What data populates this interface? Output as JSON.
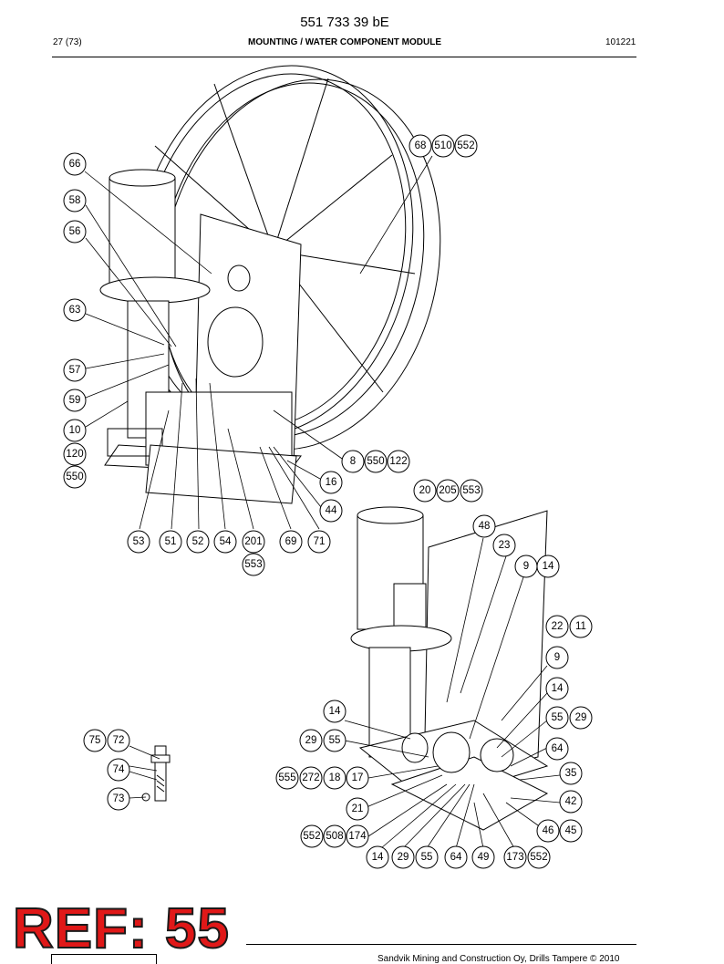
{
  "header": {
    "doc_number": "551 733 39 bE",
    "page": "27 (73)",
    "title": "MOUNTING / WATER COMPONENT MODULE",
    "code": "101221"
  },
  "footer": {
    "text": "Sandvik Mining and Construction Oy, Drills Tampere © 2010"
  },
  "stamp": {
    "text": "REF: 55",
    "color": "#e01818"
  },
  "callouts": [
    {
      "label": "68"
    },
    {
      "label": "510"
    },
    {
      "label": "552"
    },
    {
      "label": "66"
    },
    {
      "label": "58"
    },
    {
      "label": "56"
    },
    {
      "label": "63"
    },
    {
      "label": "57"
    },
    {
      "label": "59"
    },
    {
      "label": "10"
    },
    {
      "label": "120"
    },
    {
      "label": "550"
    },
    {
      "label": "8"
    },
    {
      "label": "550"
    },
    {
      "label": "122"
    },
    {
      "label": "16"
    },
    {
      "label": "44"
    },
    {
      "label": "53"
    },
    {
      "label": "51"
    },
    {
      "label": "52"
    },
    {
      "label": "54"
    },
    {
      "label": "201"
    },
    {
      "label": "553"
    },
    {
      "label": "69"
    },
    {
      "label": "71"
    },
    {
      "label": "20"
    },
    {
      "label": "205"
    },
    {
      "label": "553"
    },
    {
      "label": "48"
    },
    {
      "label": "23"
    },
    {
      "label": "9"
    },
    {
      "label": "14"
    },
    {
      "label": "22"
    },
    {
      "label": "11"
    },
    {
      "label": "9"
    },
    {
      "label": "14"
    },
    {
      "label": "55"
    },
    {
      "label": "29"
    },
    {
      "label": "64"
    },
    {
      "label": "35"
    },
    {
      "label": "42"
    },
    {
      "label": "46"
    },
    {
      "label": "45"
    },
    {
      "label": "14"
    },
    {
      "label": "29"
    },
    {
      "label": "55"
    },
    {
      "label": "555"
    },
    {
      "label": "272"
    },
    {
      "label": "18"
    },
    {
      "label": "17"
    },
    {
      "label": "21"
    },
    {
      "label": "552"
    },
    {
      "label": "508"
    },
    {
      "label": "174"
    },
    {
      "label": "14"
    },
    {
      "label": "29"
    },
    {
      "label": "55"
    },
    {
      "label": "64"
    },
    {
      "label": "49"
    },
    {
      "label": "173"
    },
    {
      "label": "552"
    },
    {
      "label": "75"
    },
    {
      "label": "72"
    },
    {
      "label": "74"
    },
    {
      "label": "73"
    }
  ]
}
